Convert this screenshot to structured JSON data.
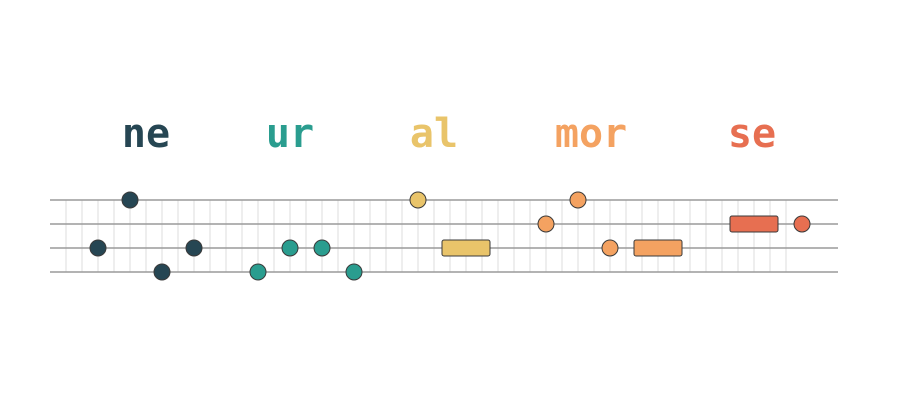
{
  "title_parts": [
    {
      "text": "ne",
      "color": "#264653"
    },
    {
      "text": "ur",
      "color": "#2a9d8f"
    },
    {
      "text": "al",
      "color": "#e9c46a"
    },
    {
      "text": "mor",
      "color": "#f4a261"
    },
    {
      "text": "se",
      "color": "#e76f51"
    }
  ],
  "staff": {
    "line_color": "#9a9a9a",
    "grid_color": "#dddddd",
    "columns": 48,
    "rows": 4
  },
  "notes": [
    {
      "group": 0,
      "type": "dot",
      "col": 2,
      "row": 2
    },
    {
      "group": 0,
      "type": "dot",
      "col": 4,
      "row": 0
    },
    {
      "group": 0,
      "type": "dot",
      "col": 6,
      "row": 3
    },
    {
      "group": 0,
      "type": "dot",
      "col": 8,
      "row": 2
    },
    {
      "group": 1,
      "type": "dot",
      "col": 12,
      "row": 3
    },
    {
      "group": 1,
      "type": "dot",
      "col": 14,
      "row": 2
    },
    {
      "group": 1,
      "type": "dot",
      "col": 16,
      "row": 2
    },
    {
      "group": 1,
      "type": "dot",
      "col": 18,
      "row": 3
    },
    {
      "group": 2,
      "type": "dot",
      "col": 22,
      "row": 0
    },
    {
      "group": 2,
      "type": "dash",
      "col": 24,
      "span": 3,
      "row": 2
    },
    {
      "group": 3,
      "type": "dot",
      "col": 30,
      "row": 1
    },
    {
      "group": 3,
      "type": "dot",
      "col": 32,
      "row": 0
    },
    {
      "group": 3,
      "type": "dot",
      "col": 34,
      "row": 2
    },
    {
      "group": 3,
      "type": "dash",
      "col": 36,
      "span": 3,
      "row": 2
    },
    {
      "group": 4,
      "type": "dash",
      "col": 42,
      "span": 3,
      "row": 1
    },
    {
      "group": 4,
      "type": "dot",
      "col": 46,
      "row": 1
    }
  ]
}
